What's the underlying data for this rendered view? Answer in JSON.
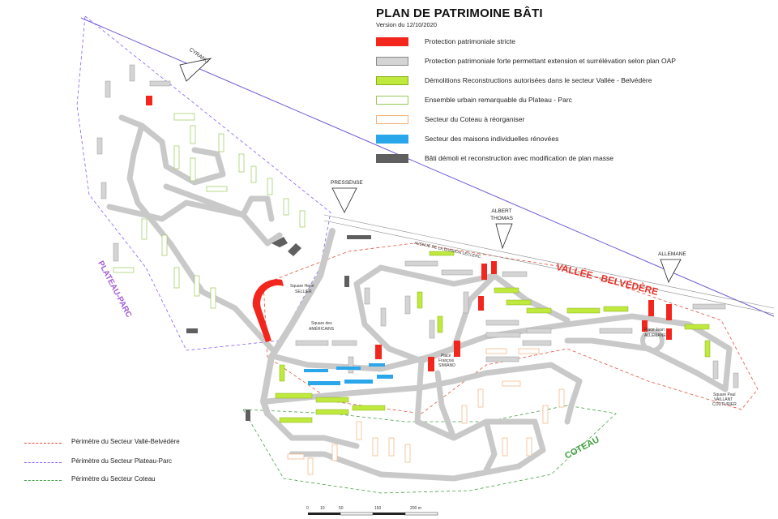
{
  "legend": {
    "title": "PLAN DE PATRIMOINE BÂTI",
    "version": "Version du  12/10/2020",
    "items": [
      {
        "label": "Protection patrimoniale stricte",
        "color": "#f2261c"
      },
      {
        "label": "Protection patrimoniale forte permettant extension et surrélévation selon plan OAP",
        "color": "#d4d4d4"
      },
      {
        "label": "Démolitions Reconstructions autorisées dans le secteur Vallée - Belvédère",
        "color": "#bfe93c"
      },
      {
        "label": "Ensemble urbain remarquable du Plateau - Parc",
        "color": "#ffffff",
        "border": "#9acb58"
      },
      {
        "label": "Secteur du Coteau à réorganiser",
        "color": "#ffffff",
        "border": "#f2b27c"
      },
      {
        "label": "Secteur des maisons individuelles rénovées",
        "color": "#2aa6ea"
      },
      {
        "label": "Bâti démoli et reconstruction avec modification de plan masse",
        "color": "#5f5f5f"
      }
    ]
  },
  "perimeters": [
    {
      "label": "Périmètre du Secteur Vallé-Belvédère",
      "color": "#e0523d"
    },
    {
      "label": "Périmètre du Secteur Plateau-Parc",
      "color": "#8b5cf6"
    },
    {
      "label": "Périmètre du Secteur Coteau",
      "color": "#4aa04a"
    }
  ],
  "sectors": {
    "vallee": "VALLÉE - BELVÉDÈRE",
    "plateau": "PLATEAU-PARC",
    "coteau": "COTEAU"
  },
  "sector_colors": {
    "vallee": "#e8322a",
    "plateau": "#a05ad8",
    "coteau": "#3e9e3e"
  },
  "markers": {
    "cyrano": "CYRANO",
    "pressense": "PRESSENSE",
    "albert_thomas": "ALBERT THOMAS",
    "allemane": "ALLEMANE"
  },
  "places": {
    "sellier_1": "Square Henri",
    "sellier_2": "SELLIER",
    "americains_1": "Square des",
    "americains_2": "AMÉRICAINS",
    "francois_1": "Place",
    "francois_2": "François",
    "francois_3": "SIMIAND",
    "jean_allemane_1": "Place Jean",
    "jean_allemane_2": "ALLEMANE",
    "vaillant_1": "Square Paul",
    "vaillant_2": "VAILLANT",
    "vaillant_3": "COUTURIER",
    "avenue": "AVENUE DE LA DIVISION LECLERC"
  },
  "scale": [
    "0",
    "10",
    "50",
    "150",
    "200 m"
  ]
}
